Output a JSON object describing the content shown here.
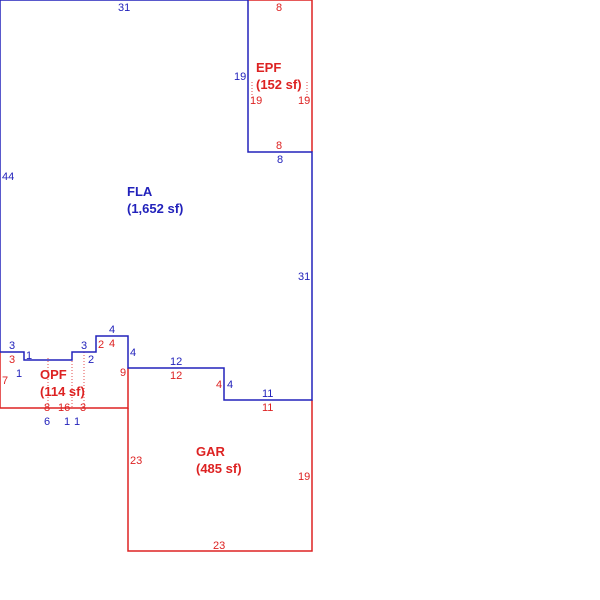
{
  "colors": {
    "fla": "#2222bb",
    "other": "#dd2222"
  },
  "areas": [
    {
      "id": "fla",
      "name": "FLA",
      "area": "(1,652 sf)",
      "color": "#2222bb"
    },
    {
      "id": "epf",
      "name": "EPF",
      "area": "(152 sf)",
      "color": "#dd2222"
    },
    {
      "id": "opf",
      "name": "OPF",
      "area": "(114 sf)",
      "color": "#dd2222"
    },
    {
      "id": "gar",
      "name": "GAR",
      "area": "(485 sf)",
      "color": "#dd2222"
    }
  ],
  "dimensions": {
    "fla_top": "31",
    "fla_left": "44",
    "fla_epf_side": "19",
    "fla_under_epf": "8",
    "fla_right": "31",
    "fla_step_a": "3",
    "fla_step_b": "1",
    "fla_step_c": "1",
    "fla_step_d": "3",
    "fla_step_e": "2",
    "fla_step_f": "4",
    "fla_step_g": "4",
    "fla_step_h": "12",
    "fla_step_i": "4",
    "fla_step_j": "11",
    "fla_bottom_a": "6",
    "fla_bottom_b": "1",
    "fla_bottom_c": "1",
    "epf_top": "8",
    "epf_left": "19",
    "epf_right": "19",
    "epf_bottom": "8",
    "opf_left_a": "3",
    "opf_left_b": "7",
    "opf_step_a": "2",
    "opf_step_b": "4",
    "opf_right": "9",
    "opf_bottom_a": "8",
    "opf_bottom_b": "16",
    "opf_bottom_c": "3",
    "gar_top_a": "12",
    "gar_top_b": "4",
    "gar_top_c": "11",
    "gar_left": "23",
    "gar_right": "19",
    "gar_bottom": "23"
  }
}
